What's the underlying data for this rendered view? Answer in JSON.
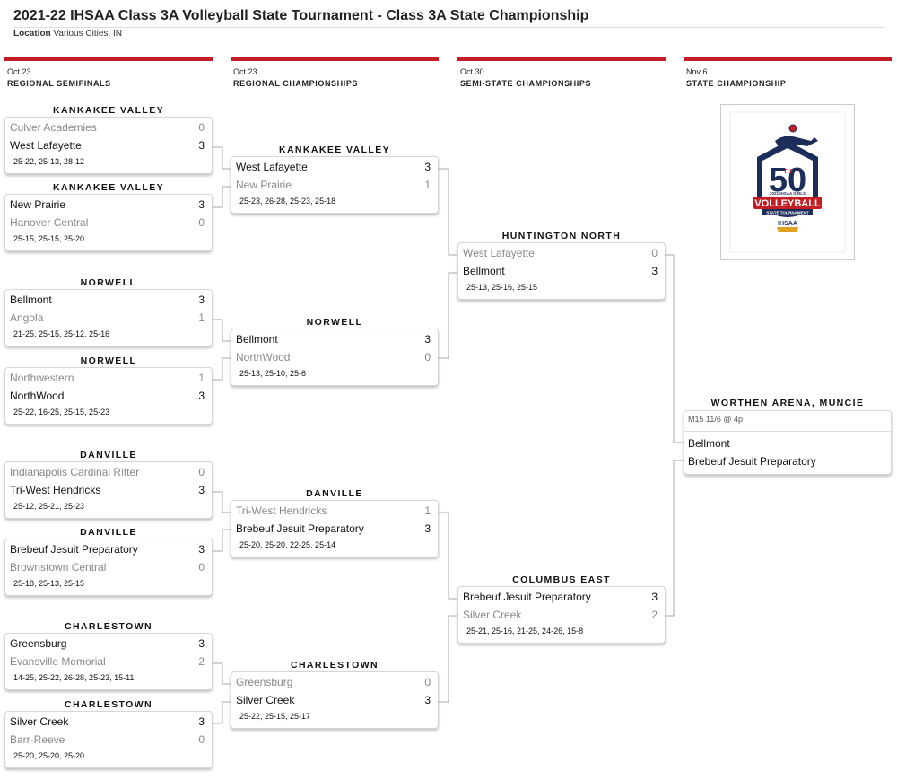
{
  "header": {
    "title": "2021-22 IHSAA Class 3A Volleyball State Tournament - Class 3A State Championship",
    "location_label": "Location",
    "location_value": "Various Cities, IN"
  },
  "columns": [
    {
      "date": "Oct 23",
      "round": "REGIONAL SEMIFINALS"
    },
    {
      "date": "Oct 23",
      "round": "REGIONAL CHAMPIONSHIPS"
    },
    {
      "date": "Oct 30",
      "round": "SEMI-STATE CHAMPIONSHIPS"
    },
    {
      "date": "Nov 6",
      "round": "STATE CHAMPIONSHIP"
    }
  ],
  "r1": [
    {
      "venue": "KANKAKEE VALLEY",
      "t1": "Culver Academies",
      "s1": "0",
      "t2": "West Lafayette",
      "s2": "3",
      "sets": "25-22, 25-13, 28-12"
    },
    {
      "venue": "KANKAKEE VALLEY",
      "t1": "New Prairie",
      "s1": "3",
      "t2": "Hanover Central",
      "s2": "0",
      "sets": "25-15, 25-15, 25-20"
    },
    {
      "venue": "NORWELL",
      "t1": "Bellmont",
      "s1": "3",
      "t2": "Angola",
      "s2": "1",
      "sets": "21-25, 25-15, 25-12, 25-16"
    },
    {
      "venue": "NORWELL",
      "t1": "Northwestern",
      "s1": "1",
      "t2": "NorthWood",
      "s2": "3",
      "sets": "25-22, 16-25, 25-15, 25-23"
    },
    {
      "venue": "DANVILLE",
      "t1": "Indianapolis Cardinal Ritter",
      "s1": "0",
      "t2": "Tri-West Hendricks",
      "s2": "3",
      "sets": "25-12, 25-21, 25-23"
    },
    {
      "venue": "DANVILLE",
      "t1": "Brebeuf Jesuit Preparatory",
      "s1": "3",
      "t2": "Brownstown Central",
      "s2": "0",
      "sets": "25-18, 25-13, 25-15"
    },
    {
      "venue": "CHARLESTOWN",
      "t1": "Greensburg",
      "s1": "3",
      "t2": "Evansville Memorial",
      "s2": "2",
      "sets": "14-25, 25-22, 26-28, 25-23, 15-11"
    },
    {
      "venue": "CHARLESTOWN",
      "t1": "Silver Creek",
      "s1": "3",
      "t2": "Barr-Reeve",
      "s2": "0",
      "sets": "25-20, 25-20, 25-20"
    }
  ],
  "r2": [
    {
      "venue": "KANKAKEE VALLEY",
      "t1": "West Lafayette",
      "s1": "3",
      "t2": "New Prairie",
      "s2": "1",
      "sets": "25-23, 26-28, 25-23, 25-18"
    },
    {
      "venue": "NORWELL",
      "t1": "Bellmont",
      "s1": "3",
      "t2": "NorthWood",
      "s2": "0",
      "sets": "25-13, 25-10, 25-6"
    },
    {
      "venue": "DANVILLE",
      "t1": "Tri-West Hendricks",
      "s1": "1",
      "t2": "Brebeuf Jesuit Preparatory",
      "s2": "3",
      "sets": "25-20, 25-20, 22-25, 25-14"
    },
    {
      "venue": "CHARLESTOWN",
      "t1": "Greensburg",
      "s1": "0",
      "t2": "Silver Creek",
      "s2": "3",
      "sets": "25-22, 25-15, 25-17"
    }
  ],
  "r3": [
    {
      "venue": "HUNTINGTON NORTH",
      "t1": "West Lafayette",
      "s1": "0",
      "t2": "Bellmont",
      "s2": "3",
      "sets": "25-13, 25-16, 25-15"
    },
    {
      "venue": "COLUMBUS EAST",
      "t1": "Brebeuf Jesuit Preparatory",
      "s1": "3",
      "t2": "Silver Creek",
      "s2": "2",
      "sets": "25-21, 25-16, 21-25, 24-26, 15-8"
    }
  ],
  "final": {
    "venue": "WORTHEN ARENA, MUNCIE",
    "info": "M15 11/6 @ 4p",
    "t1": "Bellmont",
    "t2": "Brebeuf Jesuit Preparatory"
  },
  "logo": {
    "big": "50",
    "small": "TH",
    "line1": "2021 IHSAA GIRLS",
    "line2": "VOLLEYBALL",
    "line3": "STATE TOURNAMENT",
    "line4": "IHSAA"
  },
  "colors": {
    "accent": "#c41e24",
    "navy": "#1c2d5a",
    "loser_text": "#888888"
  }
}
